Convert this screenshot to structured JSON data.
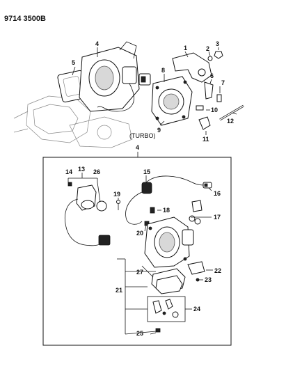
{
  "header": {
    "code": "9714 3500B"
  },
  "top_caption": "(TURBO)",
  "box_label": "4",
  "callouts": [
    {
      "id": "c1",
      "text": "1"
    },
    {
      "id": "c2",
      "text": "2"
    },
    {
      "id": "c3",
      "text": "3"
    },
    {
      "id": "c4",
      "text": "4"
    },
    {
      "id": "c5",
      "text": "5"
    },
    {
      "id": "c6",
      "text": "6"
    },
    {
      "id": "c7",
      "text": "7"
    },
    {
      "id": "c8",
      "text": "8"
    },
    {
      "id": "c9",
      "text": "9"
    },
    {
      "id": "c10",
      "text": "10"
    },
    {
      "id": "c11",
      "text": "11"
    },
    {
      "id": "c12",
      "text": "12"
    },
    {
      "id": "c13",
      "text": "13"
    },
    {
      "id": "c14",
      "text": "14"
    },
    {
      "id": "c15",
      "text": "15"
    },
    {
      "id": "c16",
      "text": "16"
    },
    {
      "id": "c17",
      "text": "17"
    },
    {
      "id": "c18",
      "text": "18"
    },
    {
      "id": "c19",
      "text": "19"
    },
    {
      "id": "c20",
      "text": "20"
    },
    {
      "id": "c21",
      "text": "21"
    },
    {
      "id": "c22",
      "text": "22"
    },
    {
      "id": "c23",
      "text": "23"
    },
    {
      "id": "c24",
      "text": "24"
    },
    {
      "id": "c25",
      "text": "25"
    },
    {
      "id": "c26",
      "text": "26"
    },
    {
      "id": "c27",
      "text": "27"
    }
  ]
}
